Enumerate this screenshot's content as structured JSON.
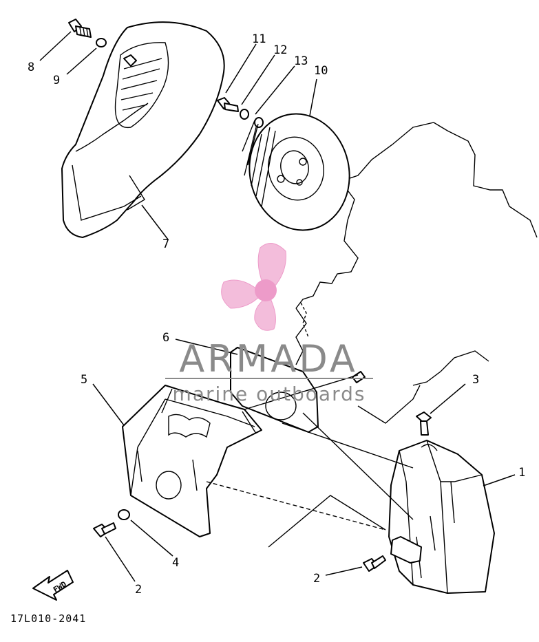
{
  "callouts": [
    "1",
    "2",
    "2",
    "3",
    "4",
    "5",
    "6",
    "7",
    "8",
    "9",
    "10",
    "11",
    "12",
    "13"
  ],
  "fwd_label": "FWD",
  "diagram_code": "17L010-2041",
  "watermark": {
    "brand": "ARMADA",
    "tagline": "marine outboards",
    "brand_color": "#8a8a8a",
    "logo_color": "#f0a8cf",
    "logo_hub_color": "#e87ab8"
  }
}
